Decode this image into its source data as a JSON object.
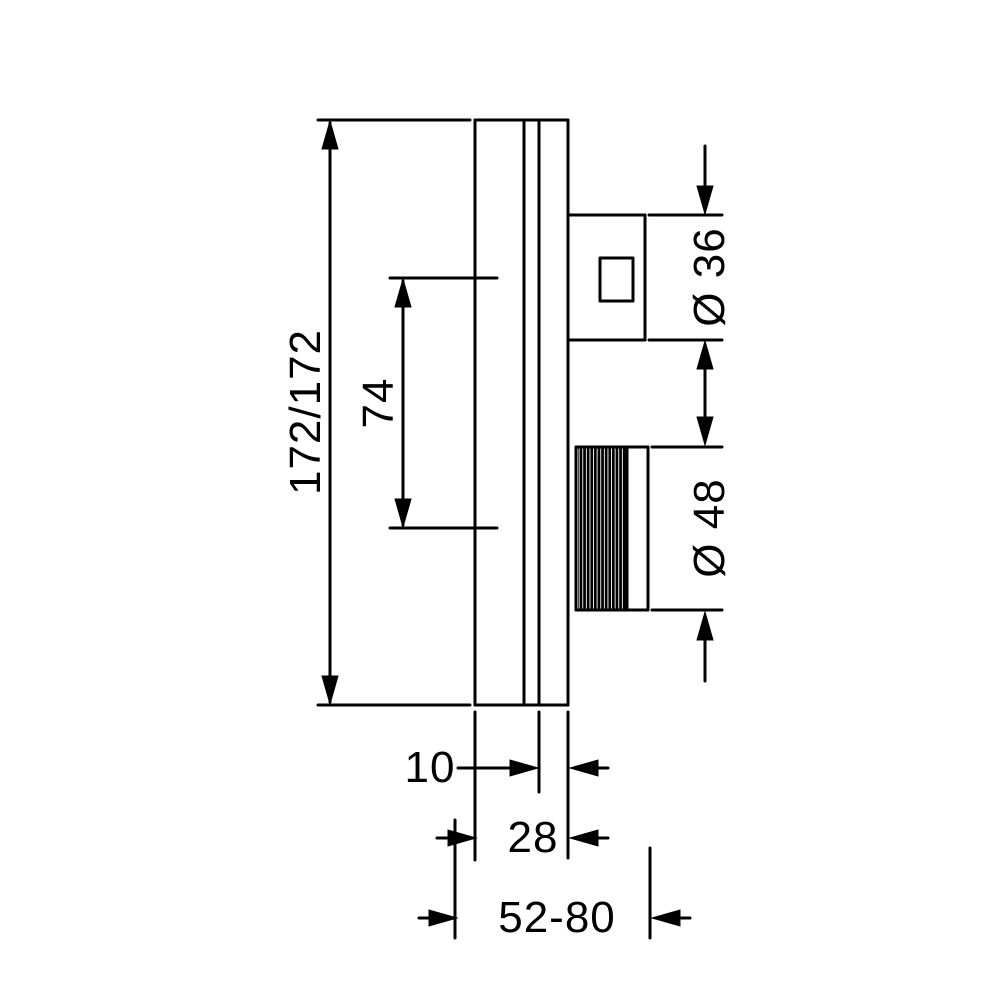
{
  "diagram": {
    "kind": "technical-dimension-drawing",
    "view": "side-elevation-of-concealed-valve-with-faceplate",
    "labels": {
      "overall_size": "172/172",
      "center_distance": "74",
      "diameter_spindle": "Ø 36",
      "diameter_handle": "Ø 48",
      "plate_thickness": "10",
      "depth": "28",
      "installation_depth": "52-80"
    },
    "colors": {
      "line": "#000000",
      "background": "#ffffff"
    }
  }
}
